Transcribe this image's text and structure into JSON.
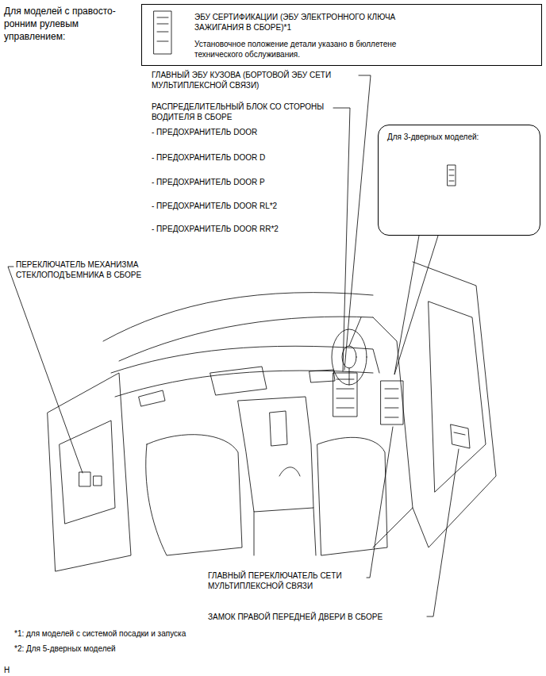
{
  "diagram": {
    "nodes": [
      {
        "text": [
          "ЭБУ СЕРТИФИКАЦИИ (ЭБУ ЭЛЕКТРОННОГО КЛЮЧА ЗАЖИГАНИЯ В СБОРЕ)*1",
          "Установочное положение детали указано в бюллетене технического обслуживания."
        ]
      },
      {
        "text": [
          "Для 3-дверных моделей:"
        ]
      }
    ],
    "labels": [
      "Для моделей с правосто- ронним рулевым управлением:",
      "ГЛАВНЫЙ ЭБУ КУЗОВА (БОРТОВОЙ ЭБУ СЕТИ МУЛЬТИПЛЕКСНОЙ СВЯЗИ)",
      "РАСПРЕДЕЛИТЕЛЬНЫЙ БЛОК СО СТОРОНЫ ВОДИТЕЛЯ В СБОРЕ",
      "- ПРЕДОХРАНИТЕЛЬ DOOR",
      "- ПРЕДОХРАНИТЕЛЬ DOOR D",
      "- ПРЕДОХРАНИТЕЛЬ DOOR P",
      "- ПРЕДОХРАНИТЕЛЬ DOOR RL*2",
      "- ПРЕДОХРАНИТЕЛЬ DOOR RR*2",
      "ПЕРЕКЛЮЧАТЕЛЬ МЕХАНИЗМА СТЕКЛОПОДЪЕМНИКА В СБОРЕ",
      "ГЛАВНЫЙ ПЕРЕКЛЮЧАТЕЛЬ СЕТИ МУЛЬТИПЛЕКСНОЙ СВЯЗИ",
      "ЗАМОК ПРАВОЙ ПЕРЕДНЕЙ ДВЕРИ В СБОРЕ",
      "*1: для моделей с системой посадки и запуска",
      "*2: Для 5-дверных моделей",
      "H"
    ]
  }
}
